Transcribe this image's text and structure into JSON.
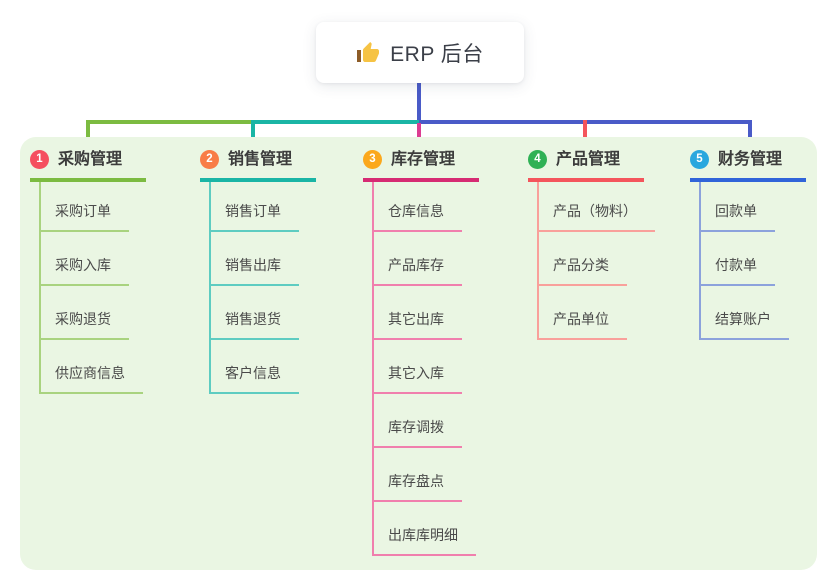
{
  "root": {
    "label": "ERP 后台",
    "icon": "thumbs-up-icon"
  },
  "branches": [
    {
      "index": "1",
      "title": "采购管理",
      "badge_color": "#F54F5F",
      "line_color": "#7CBB41",
      "child_line_color": "#A9D37F",
      "children": [
        "采购订单",
        "采购入库",
        "采购退货",
        "供应商信息"
      ]
    },
    {
      "index": "2",
      "title": "销售管理",
      "badge_color": "#F87C46",
      "line_color": "#1AB5A5",
      "child_line_color": "#5ECCC1",
      "children": [
        "销售订单",
        "销售出库",
        "销售退货",
        "客户信息"
      ]
    },
    {
      "index": "3",
      "title": "库存管理",
      "badge_color": "#FBA81C",
      "line_color": "#D62B73",
      "child_line_color": "#F07FAD",
      "children": [
        "仓库信息",
        "产品库存",
        "其它出库",
        "其它入库",
        "库存调拨",
        "库存盘点",
        "出库库明细"
      ]
    },
    {
      "index": "4",
      "title": "产品管理",
      "badge_color": "#2FB155",
      "line_color": "#F4555C",
      "child_line_color": "#F9A09B",
      "children": [
        "产品（物料）",
        "产品分类",
        "产品单位"
      ]
    },
    {
      "index": "5",
      "title": "财务管理",
      "badge_color": "#29A7DE",
      "line_color": "#3064D9",
      "child_line_color": "#8CA2DC",
      "children": [
        "回款单",
        "付款单",
        "结算账户"
      ]
    }
  ],
  "connector": {
    "root_line": "#4A5BC8",
    "left_segment": "#7CBB41",
    "middle_segment": "#1AB5A5",
    "right_segment": "#4A5BC8",
    "drops": [
      "#7CBB41",
      "#1AB5A5",
      "#DC3C92",
      "#F4555C",
      "#4A5BC8"
    ]
  },
  "colors": {
    "panel_background": "#EAF6E3",
    "page_background": "#FFFFFF",
    "title_text": "#3C3C3C",
    "child_text": "#4A4A4A",
    "icon_yellow": "#F6C344",
    "icon_cuff_brown": "#8D5C28"
  }
}
